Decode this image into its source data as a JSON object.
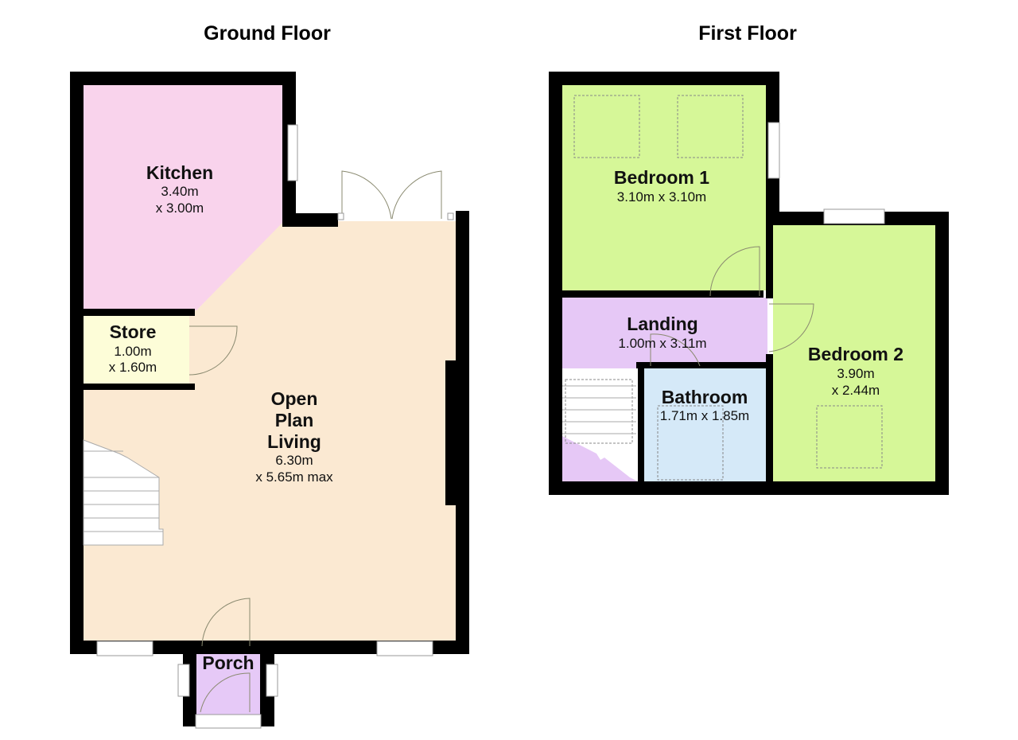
{
  "floors": {
    "ground": {
      "title": "Ground Floor",
      "rooms": {
        "kitchen": {
          "name": "Kitchen",
          "dim1": "3.40m",
          "dim2": "x 3.00m"
        },
        "store": {
          "name": "Store",
          "dim1": "1.00m",
          "dim2": "x 1.60m"
        },
        "living": {
          "name1": "Open",
          "name2": "Plan",
          "name3": "Living",
          "dim1": "6.30m",
          "dim2": "x 5.65m max"
        },
        "porch": {
          "name": "Porch"
        }
      }
    },
    "first": {
      "title": "First Floor",
      "rooms": {
        "bedroom1": {
          "name": "Bedroom 1",
          "dim": "3.10m x 3.10m"
        },
        "landing": {
          "name": "Landing",
          "dim": "1.00m x 3.11m"
        },
        "bathroom": {
          "name": "Bathroom",
          "dim": "1.71m x 1.85m"
        },
        "bedroom2": {
          "name": "Bedroom 2",
          "dim1": "3.90m",
          "dim2": "x 2.44m"
        }
      }
    }
  },
  "colors": {
    "kitchen": "#f9d3ec",
    "store": "#fdfdd8",
    "living": "#fbe9d2",
    "porch": "#e6c9f7",
    "bedroom": "#d6f798",
    "landing": "#e6c8f6",
    "bathroom": "#d5e9f8",
    "wall": "#000000"
  }
}
